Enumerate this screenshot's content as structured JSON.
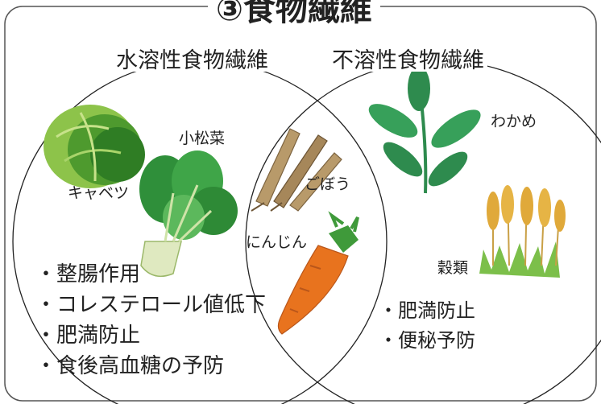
{
  "title": "③食物繊維",
  "sets": {
    "soluble": {
      "title": "水溶性食物繊維",
      "foods": [
        "小松菜",
        "キャベツ"
      ],
      "benefits": [
        "・整腸作用",
        "・コレステロール値低下",
        "・肥満防止",
        "・食後高血糖の予防"
      ]
    },
    "insoluble": {
      "title": "不溶性食物繊維",
      "foods": [
        "わかめ",
        "穀類"
      ],
      "benefits": [
        "・肥満防止",
        "・便秘予防"
      ]
    },
    "both": {
      "foods": [
        "ごぼう",
        "にんじん"
      ]
    }
  },
  "colors": {
    "frame": "#555555",
    "text": "#222222",
    "cabbage": "#6aa83a",
    "komatsuna": "#3f9a3a",
    "wakame": "#2e8b4e",
    "gobo": "#a88a5c",
    "carrot": "#e8731e",
    "grain": "#e0a93a"
  }
}
